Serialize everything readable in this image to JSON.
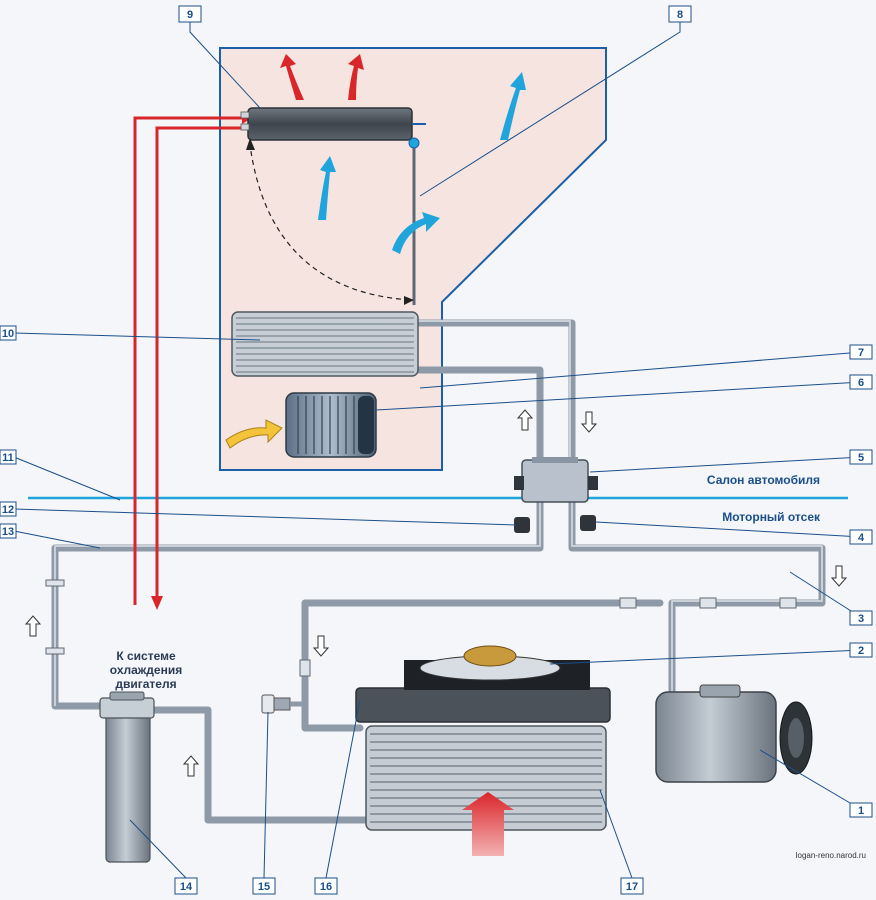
{
  "labels": {
    "salon": "Салон автомобиля",
    "engine": "Моторный отсек",
    "cooling_line1": "К системе",
    "cooling_line2": "охлаждения",
    "cooling_line3": "двигателя",
    "watermark": "logan-reno.narod.ru"
  },
  "callouts": [
    "1",
    "2",
    "3",
    "4",
    "5",
    "6",
    "7",
    "8",
    "9",
    "10",
    "11",
    "12",
    "13",
    "14",
    "15",
    "16",
    "17"
  ],
  "colors": {
    "pipe": "#8f9aa8",
    "pipe_dark": "#5e6874",
    "hot": "#d9262b",
    "air": "#1fa5dc",
    "callout": "#1b4f8a",
    "cabin": "#f6e4e0"
  }
}
